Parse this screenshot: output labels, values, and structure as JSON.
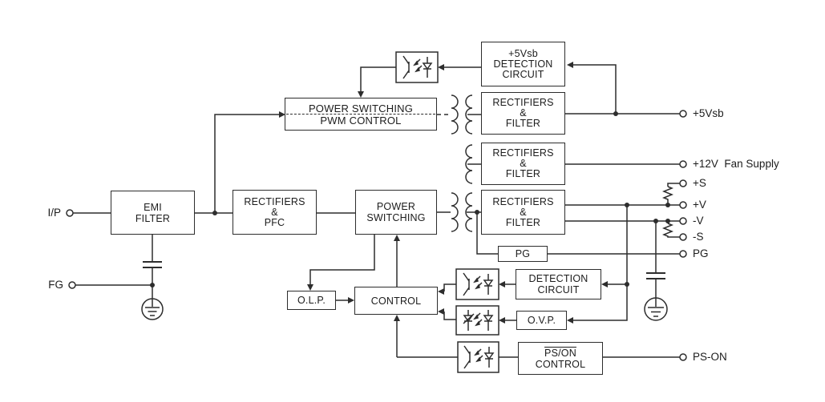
{
  "colors": {
    "line": "#2d2d2d",
    "text": "#1c1c1c",
    "background": "#ffffff"
  },
  "inputs": {
    "ip": "I/P",
    "fg": "FG"
  },
  "blocks": {
    "emi_filter": {
      "l1": "EMI",
      "l2": "FILTER"
    },
    "rectifiers_pfc": {
      "l1": "RECTIFIERS",
      "l2": "&",
      "l3": "PFC"
    },
    "power_switching": {
      "l1": "POWER",
      "l2": "SWITCHING"
    },
    "pwm": {
      "l1": "POWER SWITCHING",
      "l2": "PWM CONTROL"
    },
    "detection_5vsb": {
      "l1": "+5Vsb",
      "l2": "DETECTION",
      "l3": "CIRCUIT"
    },
    "rect_filter_5vsb": {
      "l1": "RECTIFIERS",
      "l2": "&",
      "l3": "FILTER"
    },
    "rect_filter_fan": {
      "l1": "RECTIFIERS",
      "l2": "&",
      "l3": "FILTER"
    },
    "rect_filter_main": {
      "l1": "RECTIFIERS",
      "l2": "&",
      "l3": "FILTER"
    },
    "pg": {
      "l1": "PG"
    },
    "detection": {
      "l1": "DETECTION",
      "l2": "CIRCUIT"
    },
    "ovp": {
      "l1": "O.V.P."
    },
    "olp": {
      "l1": "O.L.P."
    },
    "control": {
      "l1": "CONTROL"
    },
    "pson_control": {
      "l1": "PS/ON",
      "l2": "CONTROL"
    }
  },
  "outputs": {
    "vsb": "+5Vsb",
    "fan": "+12V  Fan Supply",
    "ps": "+S",
    "pv": "+V",
    "nv": "-V",
    "ns": "-S",
    "pg": "PG",
    "pson": "PS-ON"
  }
}
